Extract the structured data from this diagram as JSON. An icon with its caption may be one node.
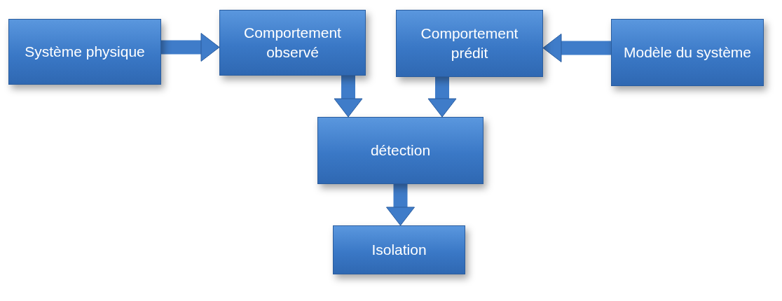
{
  "diagram": {
    "nodes": [
      {
        "text": [
          "Système physique"
        ]
      },
      {
        "text": [
          "Comportement observé"
        ]
      },
      {
        "text": [
          "Comportement prédit"
        ]
      },
      {
        "text": [
          "Modèle du système"
        ]
      },
      {
        "text": [
          "détection"
        ]
      },
      {
        "text": [
          "Isolation"
        ]
      }
    ],
    "edges": [
      {
        "from": 0,
        "to": 1,
        "arrow": "to"
      },
      {
        "from": 3,
        "to": 2,
        "arrow": "to"
      },
      {
        "from": 1,
        "to": 4,
        "arrow": "to"
      },
      {
        "from": 2,
        "to": 4,
        "arrow": "to"
      },
      {
        "from": 4,
        "to": 5,
        "arrow": "to"
      }
    ]
  }
}
